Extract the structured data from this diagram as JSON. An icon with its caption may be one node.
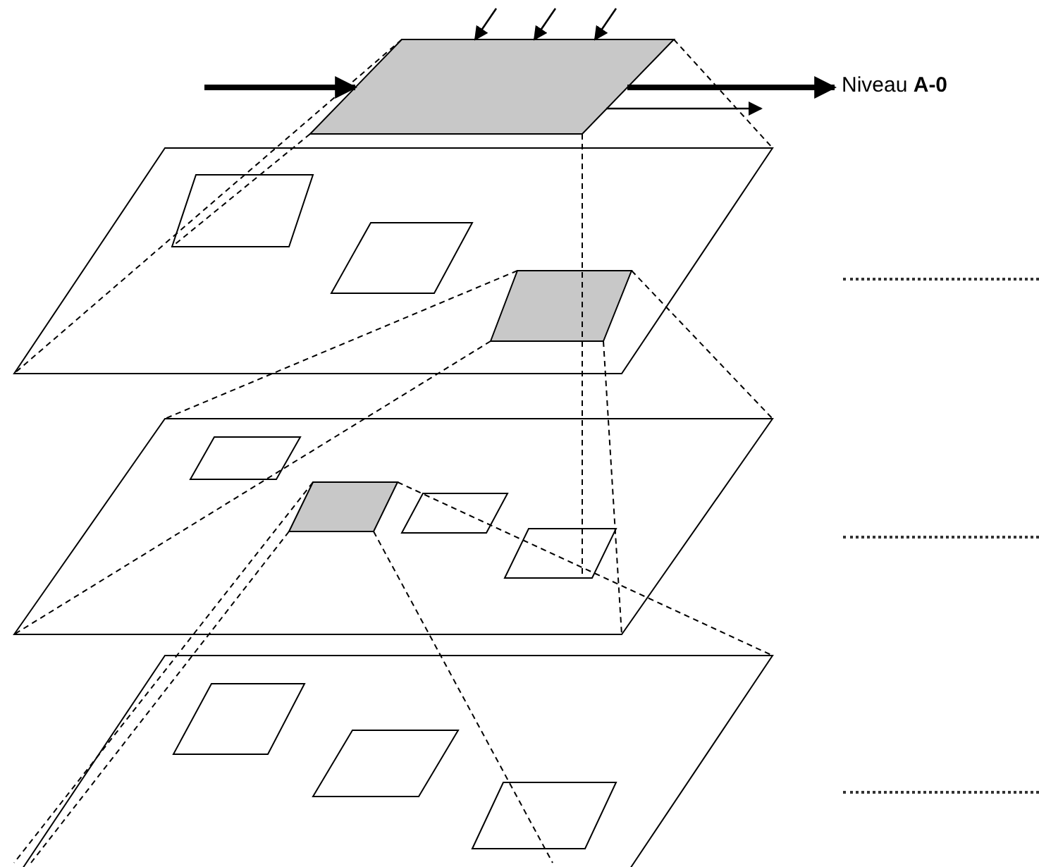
{
  "diagram": {
    "nodes": [
      {
        "text": [],
        "shape": "parallelogram"
      },
      {
        "text": [
          "Niveau **A-0**"
        ]
      }
    ],
    "edges": [
      {
        "from": null,
        "to": 0,
        "arrow": "to",
        "style": "thick"
      },
      {
        "from": null,
        "to": 0,
        "arrow": "to"
      },
      {
        "from": null,
        "to": 0,
        "arrow": "to"
      },
      {
        "from": null,
        "to": 0,
        "arrow": "to"
      },
      {
        "from": 0,
        "to": 1,
        "arrow": "to",
        "style": "thick"
      },
      {
        "from": 0,
        "to": null,
        "arrow": "to"
      }
    ]
  }
}
